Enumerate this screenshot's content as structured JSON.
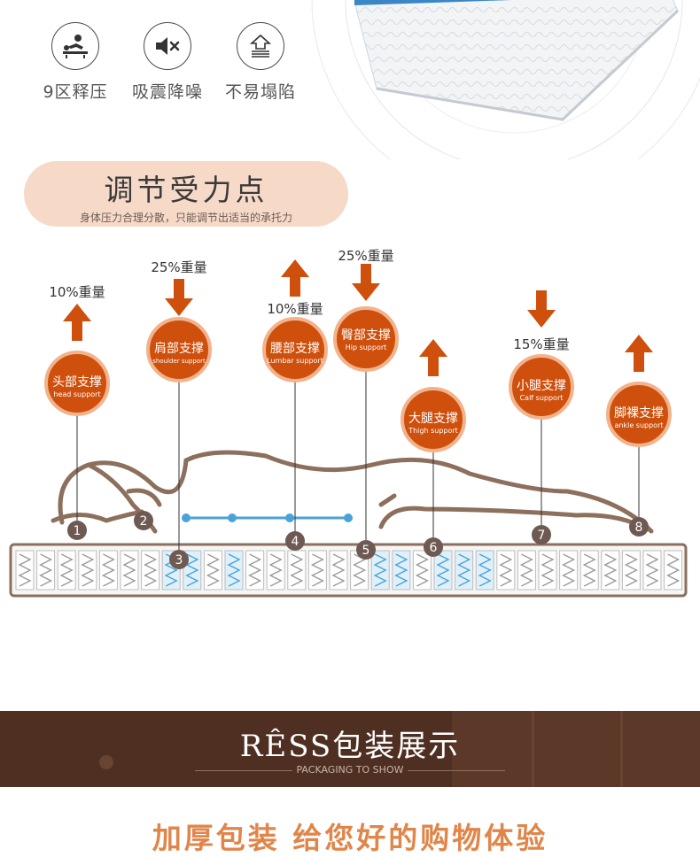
{
  "features": [
    {
      "icon": "massage-person-icon",
      "label": "9区释压"
    },
    {
      "icon": "mute-speaker-icon",
      "label": "吸震降噪"
    },
    {
      "icon": "anti-collapse-icon",
      "label": "不易塌陷"
    }
  ],
  "adjust": {
    "title": "调节受力点",
    "subtitle": "身体压力合理分散，只能调节出适当的承托力"
  },
  "supports": [
    {
      "cn": "头部支撑",
      "en": "head support",
      "weight": "10%重量",
      "arrow": "up"
    },
    {
      "cn": "肩部支撑",
      "en": "shoulder support",
      "weight": "25%重量",
      "arrow": "down"
    },
    {
      "cn": "腰部支撑",
      "en": "Lumbar support",
      "weight": "10%重量",
      "arrow": "up"
    },
    {
      "cn": "臀部支撑",
      "en": "Hip support",
      "weight": "25%重量",
      "arrow": "down"
    },
    {
      "cn": "大腿支撑",
      "en": "Thigh support",
      "weight": "",
      "arrow": "up"
    },
    {
      "cn": "小腿支撑",
      "en": "Calf support",
      "weight": "15%重量",
      "arrow": "down"
    },
    {
      "cn": "脚裸支撑",
      "en": "ankle support",
      "weight": "",
      "arrow": "up"
    }
  ],
  "zones": [
    "1",
    "2",
    "3",
    "4",
    "5",
    "6",
    "7",
    "8"
  ],
  "banner": {
    "title": "RÊSS包装展示",
    "subtitle": "PACKAGING TO SHOW"
  },
  "tagline": "加厚包装  给您好的购物体验",
  "colors": {
    "accent_orange": "#cf4f0c",
    "ring_peach": "#f2b38c",
    "outline_brown": "#8c6f5c",
    "banner_brown": "#4f2f22",
    "tagline_orange": "#e0864a",
    "spring_blue": "#4aa3d8"
  }
}
